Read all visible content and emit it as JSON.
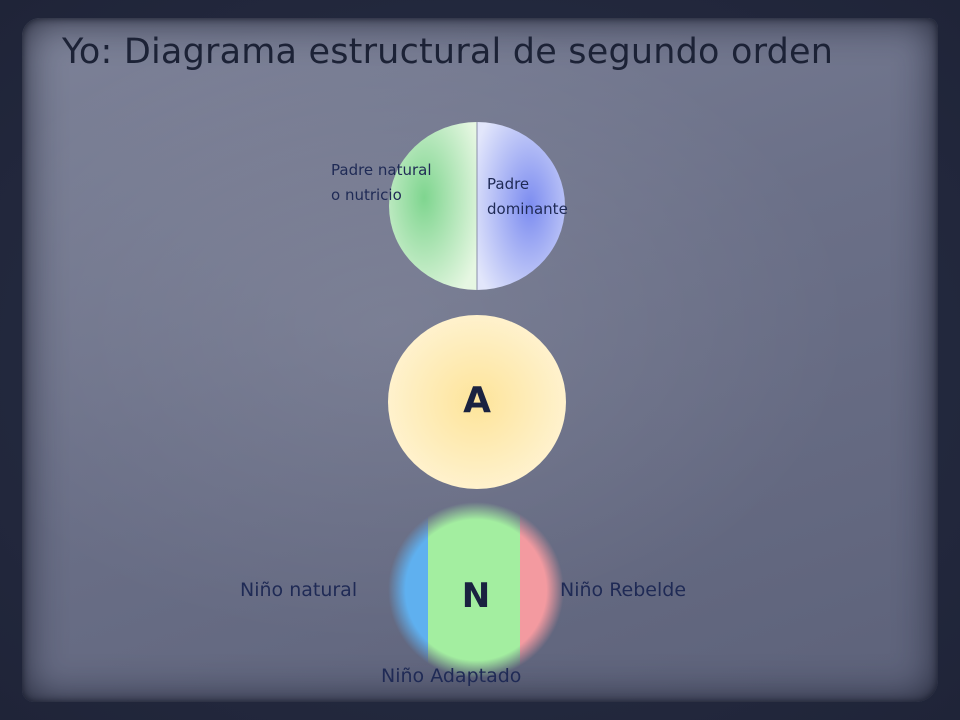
{
  "slide": {
    "title": "Yo: Diagrama estructural de segundo orden"
  },
  "parent_circle": {
    "left_label_line1": "Padre natural",
    "left_label_line2": "o nutricio",
    "right_label_line1": "Padre",
    "right_label_line2": "dominante",
    "left_color": "#7fd58f",
    "right_color": "#7c8cf0"
  },
  "adult_circle": {
    "letter": "A",
    "color": "#fde49a"
  },
  "child_circle": {
    "letter": "N",
    "left_label": "Niño natural",
    "right_label": "Niño Rebelde",
    "bottom_label": "Niño Adaptado",
    "left_color": "#5fb0ef",
    "center_color": "#a3eea0",
    "right_color": "#f39aa0"
  }
}
